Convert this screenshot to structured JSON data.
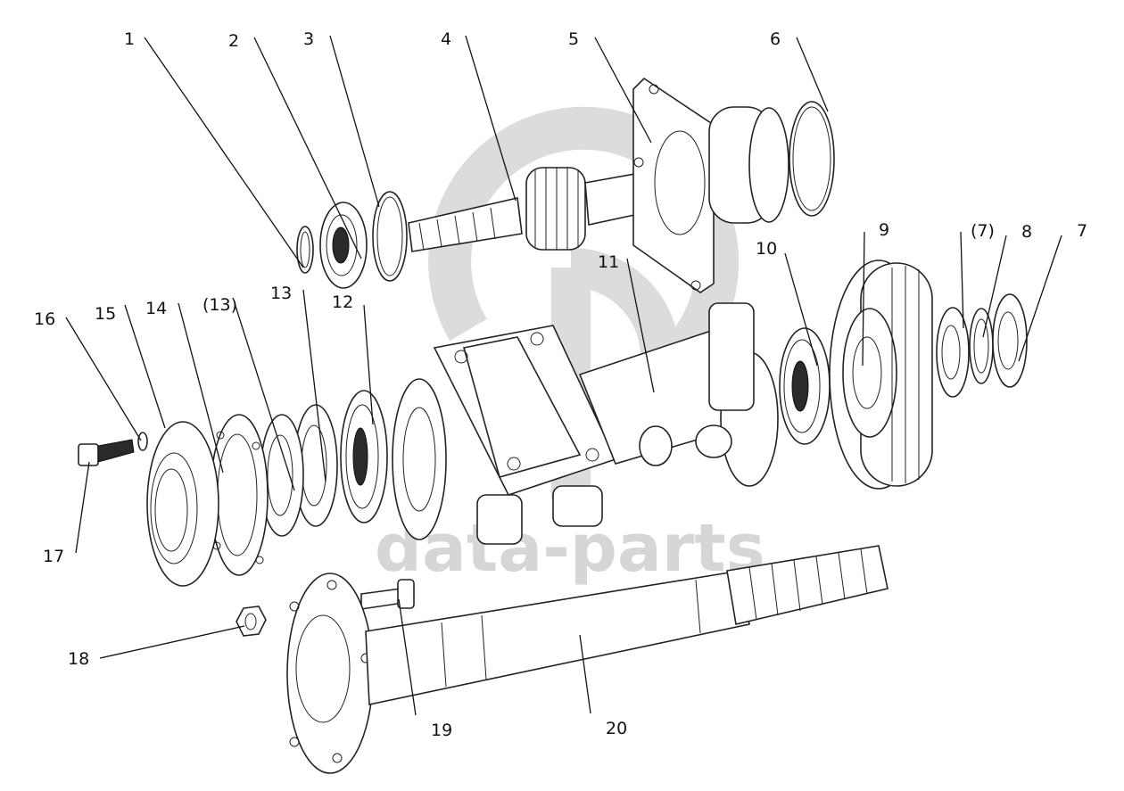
{
  "watermark": {
    "text": "data-parts",
    "color": "#d6d6d6"
  },
  "callouts": {
    "c1": "1",
    "c2": "2",
    "c3": "3",
    "c4": "4",
    "c5": "5",
    "c6": "6",
    "c7": "7",
    "c7p": "(7)",
    "c8": "8",
    "c9": "9",
    "c10": "10",
    "c11": "11",
    "c12": "12",
    "c13": "13",
    "c13p": "(13)",
    "c14": "14",
    "c15": "15",
    "c16": "16",
    "c17": "17",
    "c18": "18",
    "c19": "19",
    "c20": "20"
  }
}
